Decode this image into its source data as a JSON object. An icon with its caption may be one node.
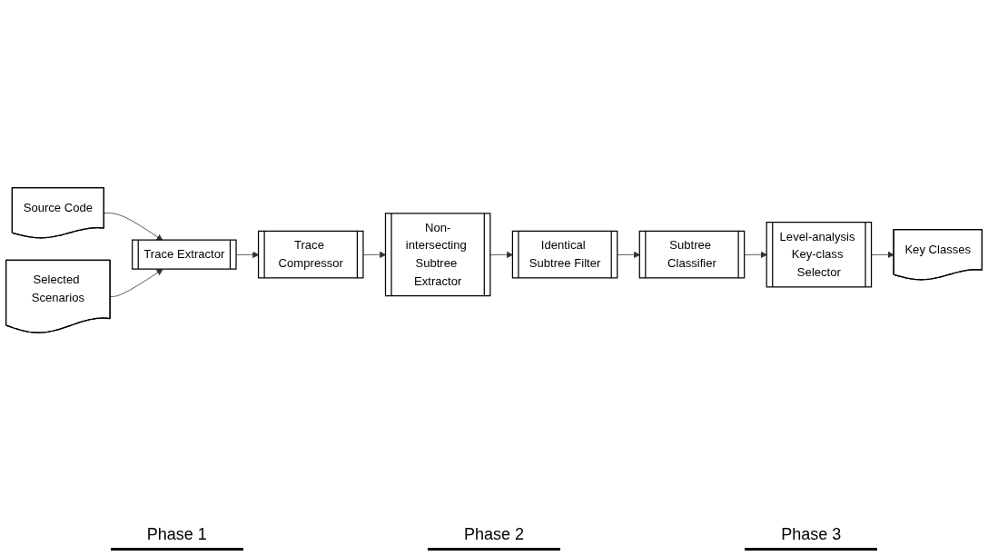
{
  "diagram": {
    "nodes": [
      {
        "text": [
          "Source Code"
        ]
      },
      {
        "text": [
          "Trace Extractor"
        ]
      },
      {
        "text": [
          "Selected Scenarios"
        ]
      },
      {
        "text": [
          "Trace Compressor"
        ]
      },
      {
        "text": [
          "Non-intersecting Subtree Extractor"
        ]
      },
      {
        "text": [
          "Identical Subtree Filter"
        ]
      },
      {
        "text": [
          "Subtree Classifier"
        ]
      },
      {
        "text": [
          "Level-analysis Key-class Selector"
        ]
      },
      {
        "text": [
          "Key Classes"
        ]
      }
    ],
    "edges": [
      {
        "from": 0,
        "to": 1,
        "arrow": "to"
      },
      {
        "from": 2,
        "to": 1,
        "arrow": "to"
      },
      {
        "from": 1,
        "to": 3,
        "arrow": "to"
      },
      {
        "from": 3,
        "to": 4,
        "arrow": "to"
      },
      {
        "from": 4,
        "to": 5,
        "arrow": "to"
      },
      {
        "from": 5,
        "to": 6,
        "arrow": "to"
      },
      {
        "from": 6,
        "to": 7,
        "arrow": "to"
      },
      {
        "from": 7,
        "to": 8,
        "arrow": "to"
      }
    ],
    "labels": [
      "Phase 1",
      "Phase 2",
      "Phase 3"
    ]
  }
}
